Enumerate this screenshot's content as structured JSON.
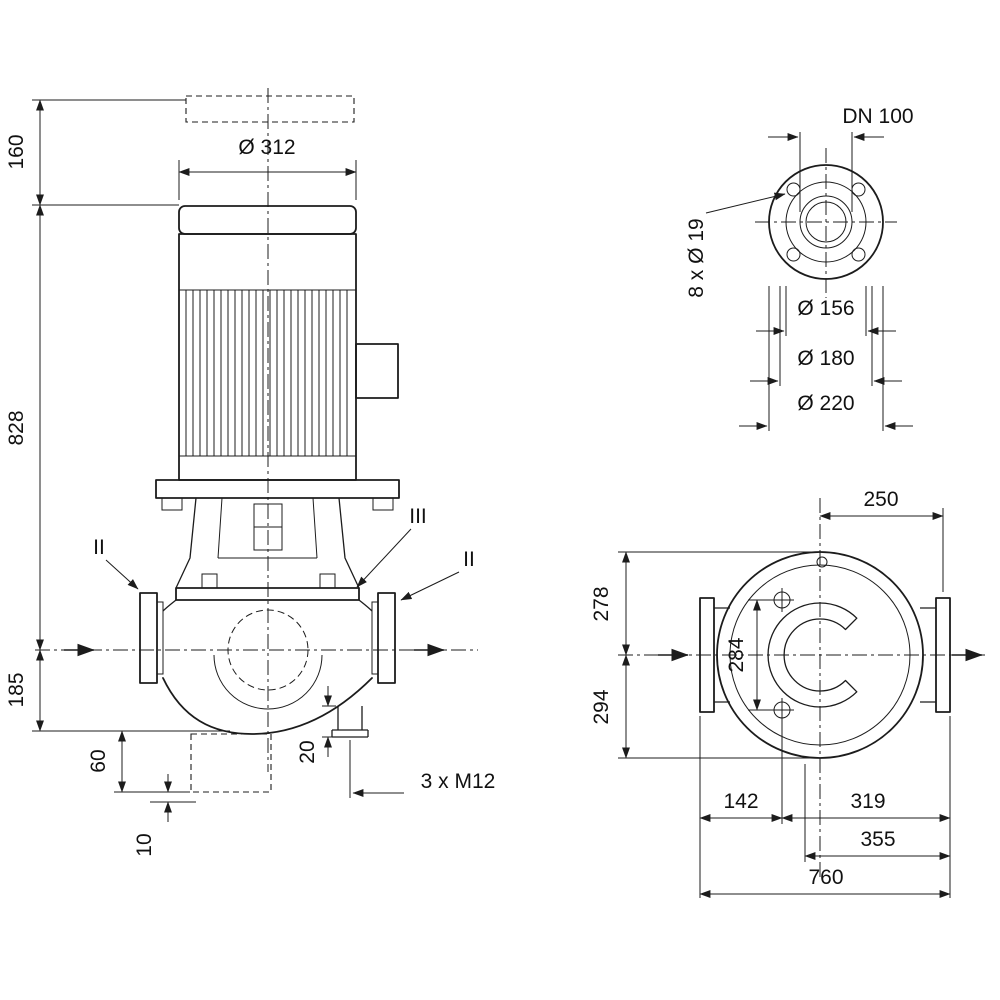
{
  "drawing": {
    "type": "pump-dimensional-drawing",
    "front": {
      "dim_160": "160",
      "dim_828": "828",
      "dim_185": "185",
      "dim_d312": "Ø 312",
      "dim_60": "60",
      "dim_10": "10",
      "dim_20": "20",
      "dim_3xM12": "3 x M12",
      "mark_II_left": "II",
      "mark_III": "III",
      "mark_II_right": "II"
    },
    "flange": {
      "dim_DN": "DN 100",
      "dim_bolts": "8 x Ø 19",
      "dim_d156": "Ø 156",
      "dim_d180": "Ø 180",
      "dim_d220": "Ø 220"
    },
    "plan": {
      "dim_250": "250",
      "dim_278": "278",
      "dim_284": "284",
      "dim_294": "294",
      "dim_142": "142",
      "dim_319": "319",
      "dim_355": "355",
      "dim_760": "760"
    },
    "colors": {
      "line": "#1c1c1c",
      "background": "#ffffff"
    }
  }
}
